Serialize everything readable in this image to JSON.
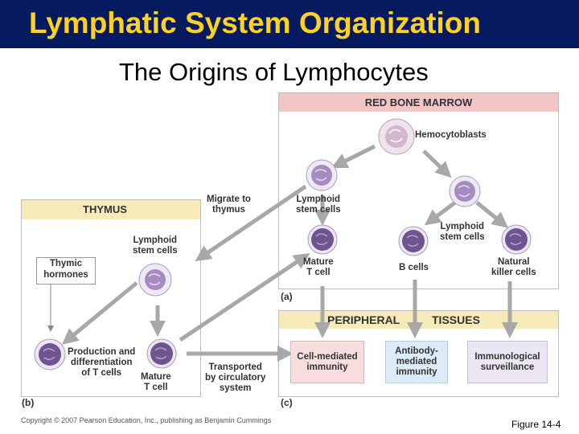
{
  "header": {
    "title": "Lymphatic System Organization",
    "subtitle": "The Origins of Lymphocytes"
  },
  "red_bone_marrow": {
    "heading": "RED BONE MARROW",
    "hemocytoblasts": "Hemocytoblasts",
    "lymphoid_stem_cells_left": "Lymphoid\nstem cells",
    "lymphoid_stem_cells_right": "Lymphoid\nstem cells",
    "mature_t_cell": "Mature\nT cell",
    "b_cells": "B cells",
    "natural_killer_cells": "Natural\nkiller cells",
    "panel_label": "(a)"
  },
  "migrate": "Migrate to\nthymus",
  "thymus": {
    "heading": "THYMUS",
    "lymphoid_stem_cells": "Lymphoid\nstem cells",
    "thymic_hormones": "Thymic\nhormones",
    "production": "Production and\ndifferentiation\nof T cells",
    "mature_t_cell": "Mature\nT cell",
    "panel_label": "(b)"
  },
  "transported": "Transported\nby circulatory\nsystem",
  "peripheral": {
    "heading_left": "PERIPHERAL",
    "heading_right": "TISSUES",
    "cell_mediated": "Cell-mediated\nimmunity",
    "antibody_mediated": "Antibody-\nmediated\nimmunity",
    "immunological": "Immunological\nsurveillance",
    "panel_label": "(c)"
  },
  "footer": {
    "copyright": "Copyright © 2007 Pearson Education, Inc., publishing as Benjamin Cummings",
    "figure": "Figure 14-4"
  },
  "colors": {
    "title_bar": "#061a5f",
    "title_text": "#ffd21f",
    "rbm_header": "#f2c6c6",
    "yellow_header": "#f6ebb8",
    "arrow": "#a8a8a8",
    "cell_outer": "#efe7f5",
    "cell_nucleus": "#8b6ba8",
    "pink_box": "#f7dede",
    "blue_box": "#dcecf7",
    "purple_box": "#ece6f2"
  }
}
